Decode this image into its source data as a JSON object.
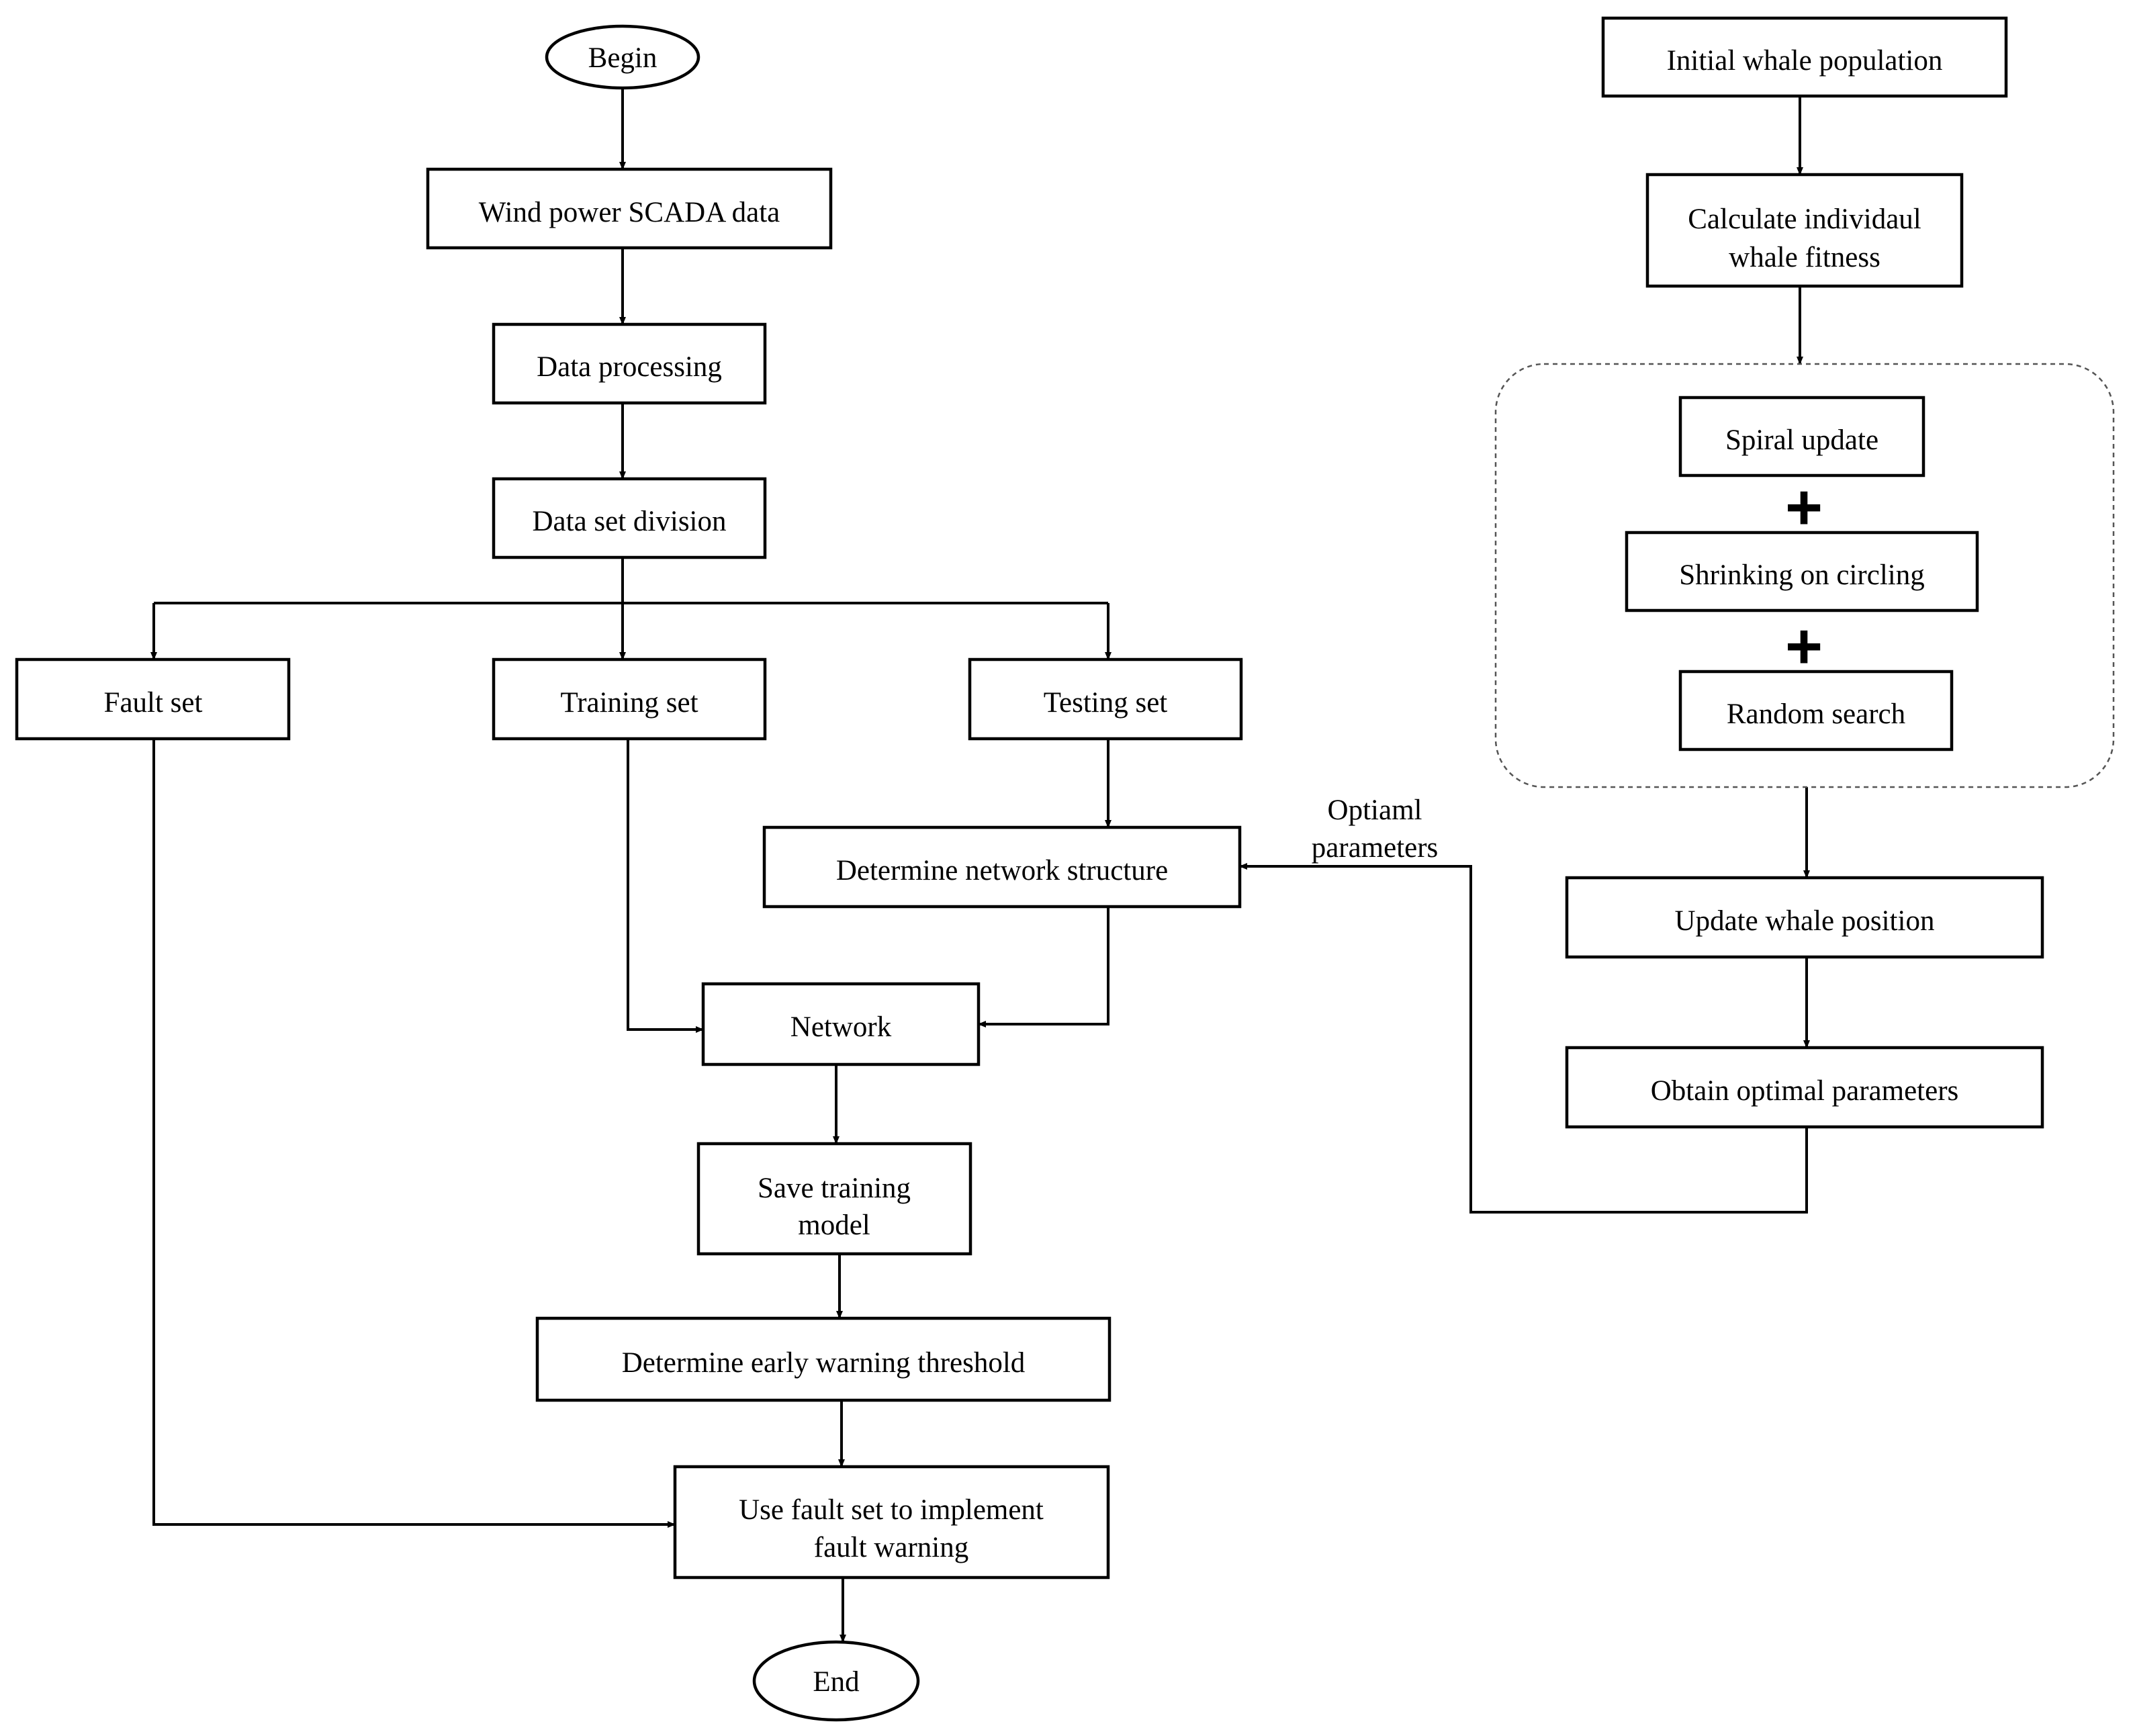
{
  "nodes": {
    "begin": "Begin",
    "scada": "Wind power SCADA data",
    "processing": "Data processing",
    "division": "Data set division",
    "fault_set": "Fault set",
    "training_set": "Training set",
    "testing_set": "Testing set",
    "structure": "Determine network structure",
    "network": "Network",
    "save_line1": "Save training",
    "save_line2": "model",
    "threshold": "Determine early warning threshold",
    "use_line1": "Use fault set to implement",
    "use_line2": "fault warning",
    "end": "End",
    "init_whale": "Initial whale population",
    "calc_line1": "Calculate individaul",
    "calc_line2": "whale fitness",
    "spiral": "Spiral update",
    "shrinking": "Shrinking on circling",
    "random": "Random search",
    "update_whale": "Update whale position",
    "obtain": "Obtain optimal parameters"
  },
  "edge_labels": {
    "optimal_line1": "Optiaml",
    "optimal_line2": "parameters"
  },
  "symbols": {
    "plus": "+"
  }
}
